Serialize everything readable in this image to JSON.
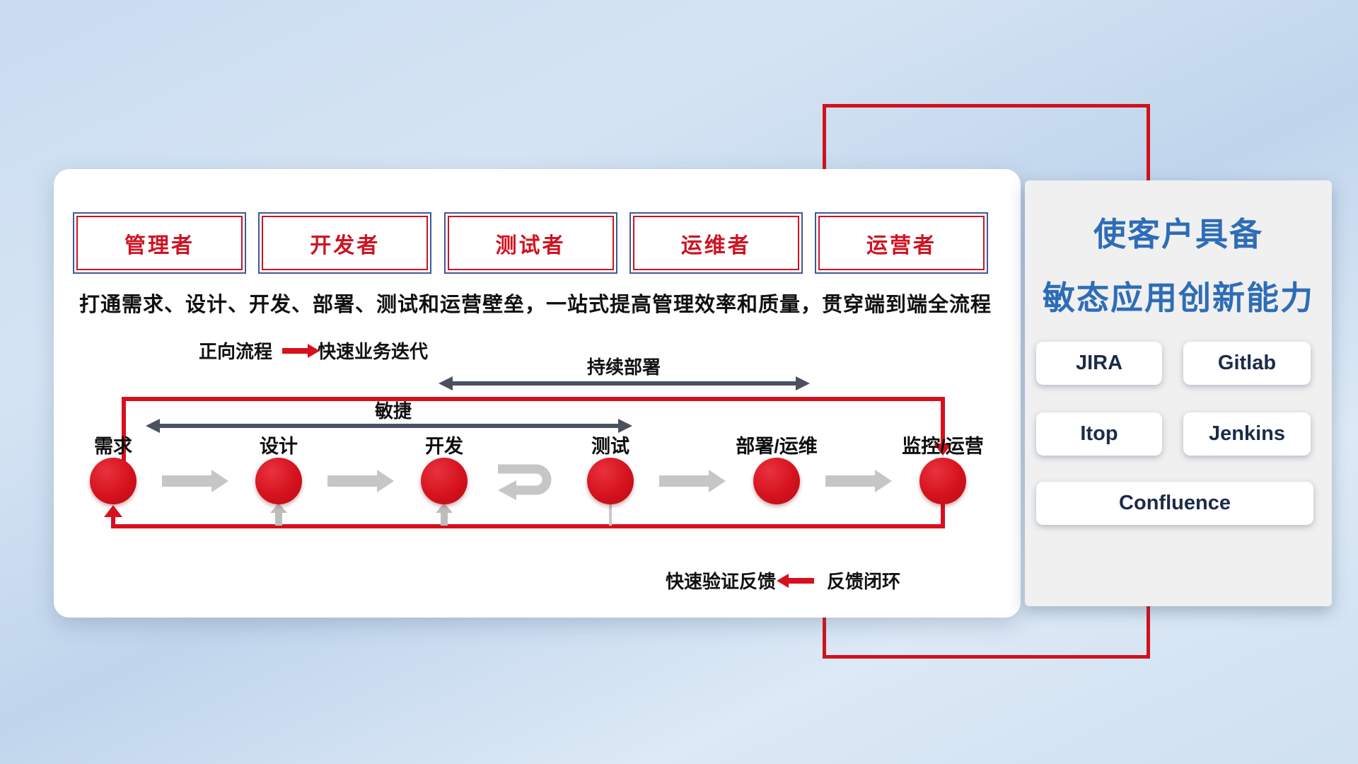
{
  "colors": {
    "accent_red": "#d8101d",
    "title_blue": "#2e6db6",
    "arrow_dark": "#4a5160",
    "arrow_gray": "#c6c6c6"
  },
  "main_panel": {
    "roles": [
      "管理者",
      "开发者",
      "测试者",
      "运维者",
      "运营者"
    ],
    "description": "打通需求、设计、开发、部署、测试和运营壁垒，一站式提高管理效率和质量，贯穿端到端全流程",
    "forward_legend": {
      "label": "正向流程",
      "text": "快速业务迭代"
    },
    "continuous_deploy_label": "持续部署",
    "agile_label": "敏捷",
    "stages": [
      "需求",
      "设计",
      "开发",
      "测试",
      "部署/运维",
      "监控/运营"
    ],
    "feedback_legend": {
      "text": "快速验证反馈",
      "label": "反馈闭环"
    }
  },
  "sidebar": {
    "title_line1": "使客户具备",
    "title_line2": "敏态应用创新能力",
    "tools": [
      "JIRA",
      "Gitlab",
      "Itop",
      "Jenkins",
      "Confluence"
    ]
  }
}
